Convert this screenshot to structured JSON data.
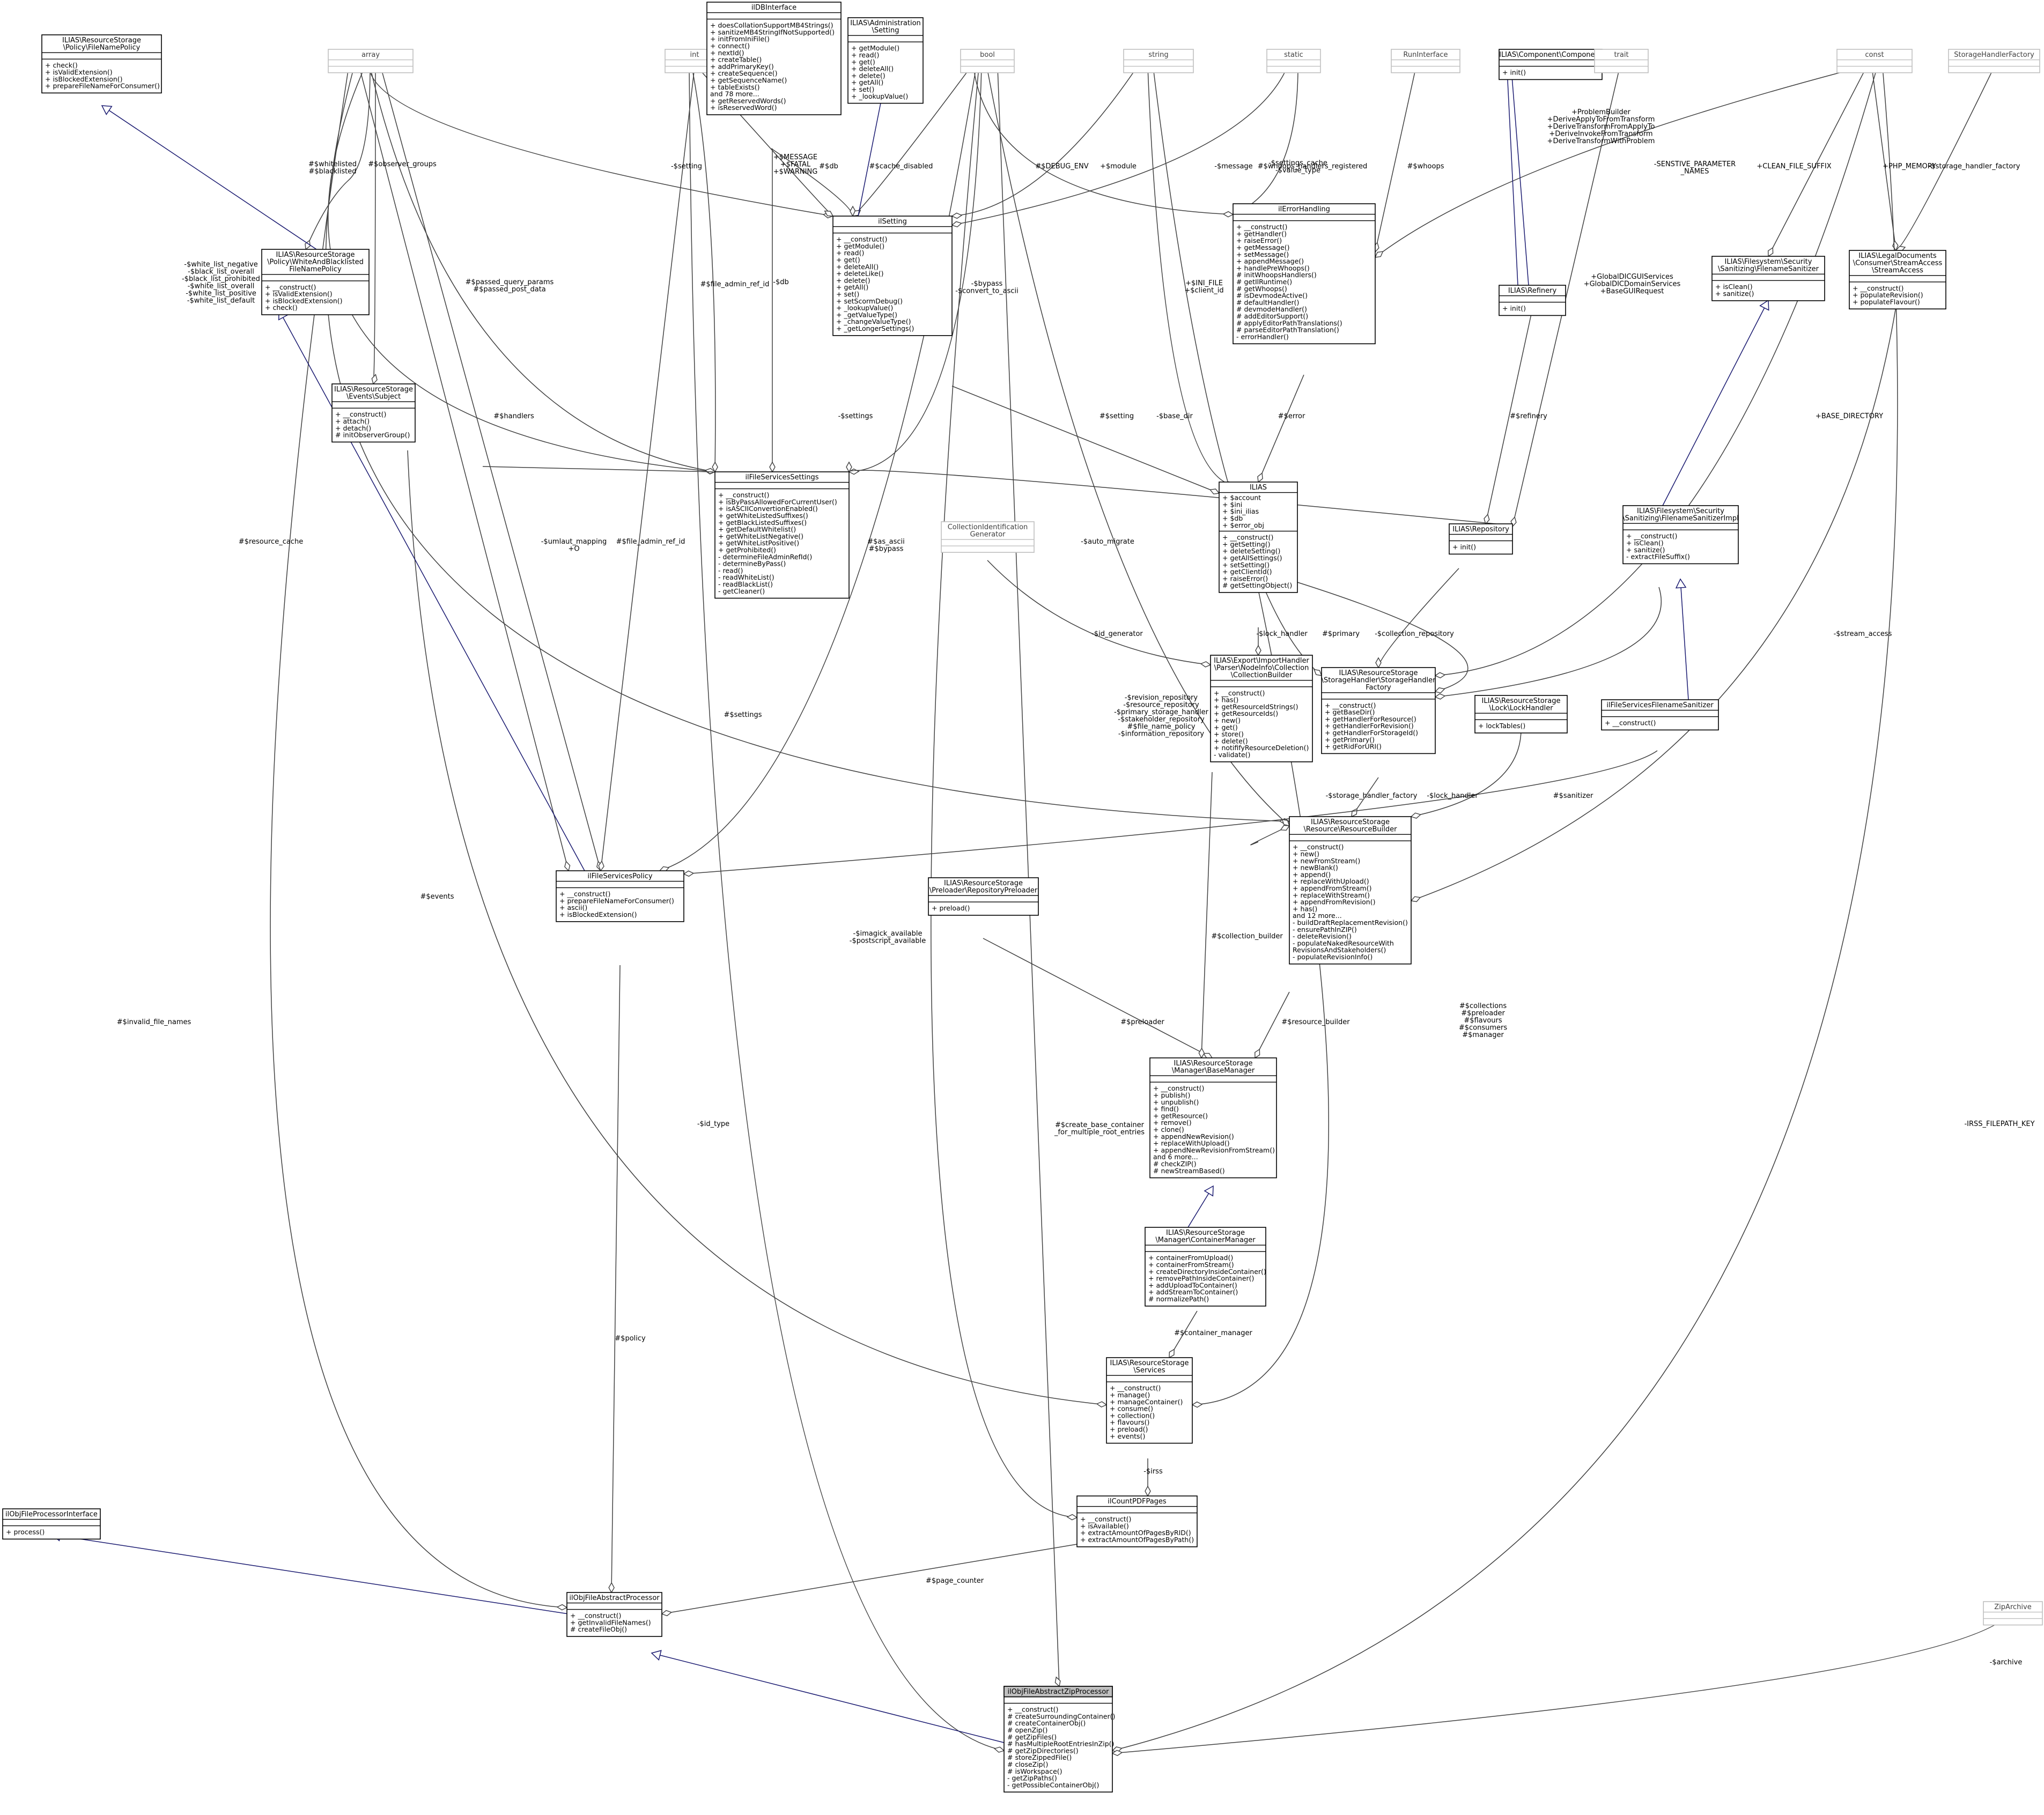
{
  "classes": [
    {
      "id": "filename_policy",
      "lines": [
        "ILIAS\\ResourceStorage",
        "\\Policy\\FileNamePolicy"
      ],
      "attrs": [],
      "methods": [
        "+ check()",
        "+ isValidExtension()",
        "+ isBlockedExtension()",
        "+ prepareFileNameForConsumer()"
      ]
    },
    {
      "id": "array",
      "lines": [
        "array"
      ],
      "grey": true,
      "attrs": [],
      "methods": []
    },
    {
      "id": "int",
      "lines": [
        "int"
      ],
      "grey": true,
      "attrs": [],
      "methods": []
    },
    {
      "id": "ildbinterface",
      "lines": [
        "ilDBInterface"
      ],
      "attrs": [],
      "methods": [
        "+ doesCollationSupportMB4Strings()",
        "+ sanitizeMB4StringIfNotSupported()",
        "+ initFromIniFile()",
        "+ connect()",
        "+ nextId()",
        "+ createTable()",
        "+ addPrimaryKey()",
        "+ createSequence()",
        "+ getSequenceName()",
        "+ tableExists()",
        "and 78 more...",
        "+ getReservedWords()",
        "+ isReservedWord()"
      ]
    },
    {
      "id": "admin_setting",
      "lines": [
        "ILIAS\\Administration",
        "\\Setting"
      ],
      "attrs": [],
      "methods": [
        "+ getModule()",
        "+ read()",
        "+ get()",
        "+ deleteAll()",
        "+ delete()",
        "+ getAll()",
        "+ set()",
        "+ _lookupValue()"
      ]
    },
    {
      "id": "bool",
      "lines": [
        "bool"
      ],
      "grey": true,
      "attrs": [],
      "methods": []
    },
    {
      "id": "string",
      "lines": [
        "string"
      ],
      "grey": true,
      "attrs": [],
      "methods": []
    },
    {
      "id": "static",
      "lines": [
        "static"
      ],
      "grey": true,
      "attrs": [],
      "methods": []
    },
    {
      "id": "runinterface",
      "lines": [
        "RunInterface"
      ],
      "grey": true,
      "attrs": [],
      "methods": []
    },
    {
      "id": "component",
      "lines": [
        "ILIAS\\Component\\Component"
      ],
      "attrs": [],
      "methods": [
        "+ init()"
      ]
    },
    {
      "id": "trait",
      "lines": [
        "trait"
      ],
      "grey": true,
      "attrs": [],
      "methods": []
    },
    {
      "id": "const",
      "lines": [
        "const"
      ],
      "grey": true,
      "attrs": [],
      "methods": []
    },
    {
      "id": "storagehandlerfactory",
      "lines": [
        "StorageHandlerFactory"
      ],
      "grey": true,
      "attrs": [],
      "methods": []
    },
    {
      "id": "whiteblack_policy",
      "lines": [
        "ILIAS\\ResourceStorage",
        "\\Policy\\WhiteAndBlacklisted",
        "FileNamePolicy"
      ],
      "attrs": [],
      "methods": [
        "+ __construct()",
        "+ isValidExtension()",
        "+ isBlockedExtension()",
        "+ check()"
      ]
    },
    {
      "id": "ilsetting",
      "lines": [
        "ilSetting"
      ],
      "attrs": [],
      "methods": [
        "+ __construct()",
        "+ getModule()",
        "+ read()",
        "+ get()",
        "+ deleteAll()",
        "+ deleteLike()",
        "+ delete()",
        "+ getAll()",
        "+ set()",
        "+ setScormDebug()",
        "+ _lookupValue()",
        "+ _getValueType()",
        "+ _changeValueType()",
        "+ _getLongerSettings()"
      ]
    },
    {
      "id": "ilerrorhandling",
      "lines": [
        "ilErrorHandling"
      ],
      "attrs": [],
      "methods": [
        "+ __construct()",
        "+ getHandler()",
        "+ raiseError()",
        "+ getMessage()",
        "+ setMessage()",
        "+ appendMessage()",
        "+ handlePreWhoops()",
        "# initWhoopsHandlers()",
        "# getIlRuntime()",
        "# getWhoops()",
        "# isDevmodeActive()",
        "# defaultHandler()",
        "# devmodeHandler()",
        "# addEditorSupport()",
        "# applyEditorPathTranslations()",
        "# parseEditorPathTranslation()",
        "- errorHandler()"
      ]
    },
    {
      "id": "refinery",
      "lines": [
        "ILIAS\\Refinery"
      ],
      "attrs": [],
      "methods": [
        "+ init()"
      ]
    },
    {
      "id": "filename_sanitizer",
      "lines": [
        "ILIAS\\Filesystem\\Security",
        "\\Sanitizing\\FilenameSanitizer"
      ],
      "attrs": [],
      "methods": [
        "+ isClean()",
        "+ sanitize()"
      ]
    },
    {
      "id": "stream_access",
      "lines": [
        "ILIAS\\LegalDocuments",
        "\\Consumer\\StreamAccess",
        "\\StreamAccess"
      ],
      "attrs": [],
      "methods": [
        "+ __construct()",
        "+ populateRevision()",
        "+ populateFlavour()"
      ]
    },
    {
      "id": "events_subject",
      "lines": [
        "ILIAS\\ResourceStorage",
        "\\Events\\Subject"
      ],
      "attrs": [],
      "methods": [
        "+ __construct()",
        "+ attach()",
        "+ detach()",
        "# initObserverGroup()"
      ]
    },
    {
      "id": "ilfileservicessettings",
      "lines": [
        "ilFileServicesSettings"
      ],
      "attrs": [],
      "methods": [
        "+ __construct()",
        "+ isByPassAllowedForCurrentUser()",
        "+ isASCIIConvertionEnabled()",
        "+ getWhiteListedSuffixes()",
        "+ getBlackListedSuffixes()",
        "+ getDefaultWhitelist()",
        "+ getWhiteListNegative()",
        "+ getWhiteListPositive()",
        "+ getProhibited()",
        "- determineFileAdminRefId()",
        "- determineByPass()",
        "- read()",
        "- readWhiteList()",
        "- readBlackList()",
        "- getCleaner()"
      ]
    },
    {
      "id": "ilias",
      "lines": [
        "ILIAS"
      ],
      "attrs": [
        "+ $account",
        "+ $ini",
        "+ $ini_ilias",
        "+ $db",
        "+ $error_obj"
      ],
      "methods": [
        "+ __construct()",
        "+ getSetting()",
        "+ deleteSetting()",
        "+ getAllSettings()",
        "+ setSetting()",
        "+ getClientId()",
        "+ raiseError()",
        "# getSettingObject()"
      ]
    },
    {
      "id": "repository",
      "lines": [
        "ILIAS\\Repository"
      ],
      "attrs": [],
      "methods": [
        "+ init()"
      ]
    },
    {
      "id": "sanitizer_impl",
      "lines": [
        "ILIAS\\Filesystem\\Security",
        "\\Sanitizing\\FilenameSanitizerImpl"
      ],
      "attrs": [],
      "methods": [
        "+ __construct()",
        "+ isClean()",
        "+ sanitize()",
        "- extractFileSuffix()"
      ]
    },
    {
      "id": "collection_id_gen",
      "lines": [
        "CollectionIdentification",
        "Generator"
      ],
      "grey": true,
      "attrs": [],
      "methods": []
    },
    {
      "id": "collection_builder",
      "lines": [
        "ILIAS\\Export\\ImportHandler",
        "\\Parser\\NodeInfo\\Collection",
        "\\CollectionBuilder"
      ],
      "attrs": [],
      "methods": [
        "+ __construct()",
        "+ has()",
        "+ getResourceIdStrings()",
        "+ getResourceIds()",
        "+ new()",
        "+ get()",
        "+ store()",
        "+ delete()",
        "+ notififyResourceDeletion()",
        "- validate()"
      ]
    },
    {
      "id": "storage_handler_factory",
      "lines": [
        "ILIAS\\ResourceStorage",
        "\\StorageHandler\\StorageHandler",
        "Factory"
      ],
      "attrs": [],
      "methods": [
        "+ __construct()",
        "+ getBaseDir()",
        "+ getHandlerForResource()",
        "+ getHandlerForRevision()",
        "+ getHandlerForStorageId()",
        "+ getPrimary()",
        "+ getRidForURI()"
      ]
    },
    {
      "id": "lock_handler",
      "lines": [
        "ILIAS\\ResourceStorage",
        "\\Lock\\LockHandler"
      ],
      "attrs": [],
      "methods": [
        "+ lockTables()"
      ]
    },
    {
      "id": "filename_sanitizer_svc",
      "lines": [
        "ilFileServicesFilenameSanitizer"
      ],
      "attrs": [],
      "methods": [
        "+ __construct()"
      ]
    },
    {
      "id": "resource_builder",
      "lines": [
        "ILIAS\\ResourceStorage",
        "\\Resource\\ResourceBuilder"
      ],
      "attrs": [],
      "methods": [
        "+ __construct()",
        "+ new()",
        "+ newFromStream()",
        "+ newBlank()",
        "+ append()",
        "+ replaceWithUpload()",
        "+ appendFromStream()",
        "+ replaceWithStream()",
        "+ appendFromRevision()",
        "+ has()",
        "and 12 more...",
        "- buildDraftReplacementRevision()",
        "- ensurePathInZIP()",
        "- deleteRevision()",
        "- populateNakedResourceWith",
        "RevisionsAndStakeholders()",
        "- populateRevisionInfo()"
      ]
    },
    {
      "id": "ilfileservicespolicy",
      "lines": [
        "ilFileServicesPolicy"
      ],
      "attrs": [],
      "methods": [
        "+ __construct()",
        "+ prepareFileNameForConsumer()",
        "+ ascii()",
        "+ isBlockedExtension()"
      ]
    },
    {
      "id": "preloader",
      "lines": [
        "ILIAS\\ResourceStorage",
        "\\Preloader\\RepositoryPreloader"
      ],
      "attrs": [],
      "methods": [
        "+ preload()"
      ]
    },
    {
      "id": "base_manager",
      "lines": [
        "ILIAS\\ResourceStorage",
        "\\Manager\\BaseManager"
      ],
      "attrs": [],
      "methods": [
        "+ __construct()",
        "+ publish()",
        "+ unpublish()",
        "+ find()",
        "+ getResource()",
        "+ remove()",
        "+ clone()",
        "+ appendNewRevision()",
        "+ replaceWithUpload()",
        "+ appendNewRevisionFromStream()",
        "and 6 more...",
        "# checkZIP()",
        "# newStreamBased()"
      ]
    },
    {
      "id": "container_manager",
      "lines": [
        "ILIAS\\ResourceStorage",
        "\\Manager\\ContainerManager"
      ],
      "attrs": [],
      "methods": [
        "+ containerFromUpload()",
        "+ containerFromStream()",
        "+ createDirectoryInsideContainer()",
        "+ removePathInsideContainer()",
        "+ addUploadToContainer()",
        "+ addStreamToContainer()",
        "# normalizePath()"
      ]
    },
    {
      "id": "rs_services",
      "lines": [
        "ILIAS\\ResourceStorage",
        "\\Services"
      ],
      "attrs": [],
      "methods": [
        "+ __construct()",
        "+ manage()",
        "+ manageContainer()",
        "+ consume()",
        "+ collection()",
        "+ flavours()",
        "+ preload()",
        "+ events()"
      ]
    },
    {
      "id": "ilcountpdfpages",
      "lines": [
        "ilCountPDFPages"
      ],
      "attrs": [],
      "methods": [
        "+ __construct()",
        "+ isAvailable()",
        "+ extractAmountOfPagesByRID()",
        "+ extractAmountOfPagesByPath()"
      ]
    },
    {
      "id": "ilobjfileprocessorinterface",
      "lines": [
        "ilObjFileProcessorInterface"
      ],
      "attrs": [],
      "methods": [
        "+ process()"
      ]
    },
    {
      "id": "ilobjfileabstractprocessor",
      "lines": [
        "ilObjFileAbstractProcessor"
      ],
      "attrs": [],
      "methods": [
        "+ __construct()",
        "+ getInvalidFileNames()",
        "# createFileObj()"
      ]
    },
    {
      "id": "ziparchive",
      "lines": [
        "ZipArchive"
      ],
      "grey": true,
      "attrs": [],
      "methods": []
    },
    {
      "id": "target",
      "lines": [
        "ilObjFileAbstractZipProcessor"
      ],
      "target": true,
      "attrs": [],
      "methods": [
        "+ __construct()",
        "# createSurroundingContainer()",
        "# createContainerObj()",
        "# openZip()",
        "# getZipFiles()",
        "# hasMultipleRootEntriesInZip()",
        "# getZipDirectories()",
        "# storeZippedFile()",
        "# closeZip()",
        "# isWorkspace()",
        "- getZipPaths()",
        "- getPossibleContainerObj()"
      ]
    }
  ],
  "edge_labels": [
    {
      "id": "l_whitelisted",
      "lines": [
        "#$whitelisted",
        "#$blacklisted"
      ]
    },
    {
      "id": "l_observer",
      "lines": [
        "#$observer_groups"
      ]
    },
    {
      "id": "l_setting_ilfs",
      "lines": [
        "-$setting"
      ]
    },
    {
      "id": "l_message",
      "lines": [
        "+$MESSAGE",
        "+$FATAL",
        "+$WARNING"
      ]
    },
    {
      "id": "l_db",
      "lines": [
        "#$db"
      ]
    },
    {
      "id": "l_db2",
      "lines": [
        "-$db"
      ]
    },
    {
      "id": "l_cache",
      "lines": [
        "#$cache_disabled"
      ]
    },
    {
      "id": "l_debugenv",
      "lines": [
        "#$DEBUG_ENV"
      ]
    },
    {
      "id": "l_module",
      "lines": [
        "+$module"
      ]
    },
    {
      "id": "l_dmessage",
      "lines": [
        "-$message"
      ]
    },
    {
      "id": "l_settings_cache",
      "lines": [
        "-$settings_cache",
        "-$value_type"
      ]
    },
    {
      "id": "l_whoops_reg",
      "lines": [
        "#$whoops_handlers_registered"
      ]
    },
    {
      "id": "l_whoops",
      "lines": [
        "#$whoops"
      ]
    },
    {
      "id": "l_problem",
      "lines": [
        "+ProblemBuilder",
        "+DeriveApplyToFromTransform",
        "+DeriveTransformFromApplyTo",
        "+DeriveInvokeFromTransform",
        "+DeriveTransformWithProblem"
      ]
    },
    {
      "id": "l_sensitive",
      "lines": [
        "-SENSTIVE_PARAMETER",
        "_NAMES"
      ]
    },
    {
      "id": "l_clean_suffix",
      "lines": [
        "+CLEAN_FILE_SUFFIX"
      ]
    },
    {
      "id": "l_php_memory",
      "lines": [
        "+PHP_MEMORY"
      ]
    },
    {
      "id": "l_shf",
      "lines": [
        "-$storage_handler_factory"
      ]
    },
    {
      "id": "l_whitelist_neg",
      "lines": [
        "-$white_list_negative",
        "-$black_list_overall",
        "-$black_list_prohibited",
        "-$white_list_overall",
        "-$white_list_positive",
        "-$white_list_default"
      ]
    },
    {
      "id": "l_passed",
      "lines": [
        "#$passed_query_params",
        "#$passed_post_data"
      ]
    },
    {
      "id": "l_file_admin_ref",
      "lines": [
        "#$file_admin_ref_id"
      ]
    },
    {
      "id": "l_bypass",
      "lines": [
        "-$bypass",
        "-$convert_to_ascii"
      ]
    },
    {
      "id": "l_ini_file",
      "lines": [
        "+$INI_FILE",
        "+$client_id"
      ]
    },
    {
      "id": "l_global",
      "lines": [
        "+GlobalDICGUIServices",
        "+GlobalDICDomainServices",
        "+BaseGUIRequest"
      ]
    },
    {
      "id": "l_handlers",
      "lines": [
        "#$handlers"
      ]
    },
    {
      "id": "l_settings",
      "lines": [
        "-$settings"
      ]
    },
    {
      "id": "l_setting2",
      "lines": [
        "#$setting"
      ]
    },
    {
      "id": "l_base_dir",
      "lines": [
        "-$base_dir"
      ]
    },
    {
      "id": "l_error",
      "lines": [
        "#$error"
      ]
    },
    {
      "id": "l_refinery",
      "lines": [
        "#$refinery"
      ]
    },
    {
      "id": "l_base_directory",
      "lines": [
        "+BASE_DIRECTORY"
      ]
    },
    {
      "id": "l_resource_cache",
      "lines": [
        "#$resource_cache"
      ]
    },
    {
      "id": "l_umlaut",
      "lines": [
        "-$umlaut_mapping",
        "+O"
      ]
    },
    {
      "id": "l_file_admin_ref2",
      "lines": [
        "#$file_admin_ref_id"
      ]
    },
    {
      "id": "l_as_ascii",
      "lines": [
        "#$as_ascii",
        "#$bypass"
      ]
    },
    {
      "id": "l_auto_migrate",
      "lines": [
        "-$auto_migrate"
      ]
    },
    {
      "id": "l_id_generator",
      "lines": [
        "-$id_generator"
      ]
    },
    {
      "id": "l_lock_handler",
      "lines": [
        "-$lock_handler"
      ]
    },
    {
      "id": "l_primary",
      "lines": [
        "#$primary"
      ]
    },
    {
      "id": "l_collection_repo",
      "lines": [
        "-$collection_repository"
      ]
    },
    {
      "id": "l_stream_access",
      "lines": [
        "-$stream_access"
      ]
    },
    {
      "id": "l_revision_repo",
      "lines": [
        "-$revision_repository",
        "-$resource_repository",
        "-$primary_storage_handler",
        "-$stakeholder_repository",
        "#$file_name_policy",
        "-$information_repository"
      ]
    },
    {
      "id": "l_settings2",
      "lines": [
        "#$settings"
      ]
    },
    {
      "id": "l_shf2",
      "lines": [
        "-$storage_handler_factory"
      ]
    },
    {
      "id": "l_lock_handler2",
      "lines": [
        "-$lock_handler"
      ]
    },
    {
      "id": "l_sanitizer",
      "lines": [
        "#$sanitizer"
      ]
    },
    {
      "id": "l_events",
      "lines": [
        "#$events"
      ]
    },
    {
      "id": "l_magick",
      "lines": [
        "-$imagick_available",
        "-$postscript_available"
      ]
    },
    {
      "id": "l_collection_builder",
      "lines": [
        "#$collection_builder"
      ]
    },
    {
      "id": "l_collections",
      "lines": [
        "#$collections",
        "#$preloader",
        "#$flavours",
        "#$consumers",
        "#$manager"
      ]
    },
    {
      "id": "l_preloader",
      "lines": [
        "#$preloader"
      ]
    },
    {
      "id": "l_resource_builder",
      "lines": [
        "#$resource_builder"
      ]
    },
    {
      "id": "l_invalid_file_names",
      "lines": [
        "#$invalid_file_names"
      ]
    },
    {
      "id": "l_id_type",
      "lines": [
        "-$id_type"
      ]
    },
    {
      "id": "l_create_base",
      "lines": [
        "#$create_base_container",
        "_for_multiple_root_entries"
      ]
    },
    {
      "id": "l_irss",
      "lines": [
        "-IRSS_FILEPATH_KEY"
      ]
    },
    {
      "id": "l_container_manager",
      "lines": [
        "#$container_manager"
      ]
    },
    {
      "id": "l_policy",
      "lines": [
        "#$policy"
      ]
    },
    {
      "id": "l_irss2",
      "lines": [
        "-$irss"
      ]
    },
    {
      "id": "l_page_counter",
      "lines": [
        "#$page_counter"
      ]
    },
    {
      "id": "l_archive",
      "lines": [
        "-$archive"
      ]
    }
  ]
}
